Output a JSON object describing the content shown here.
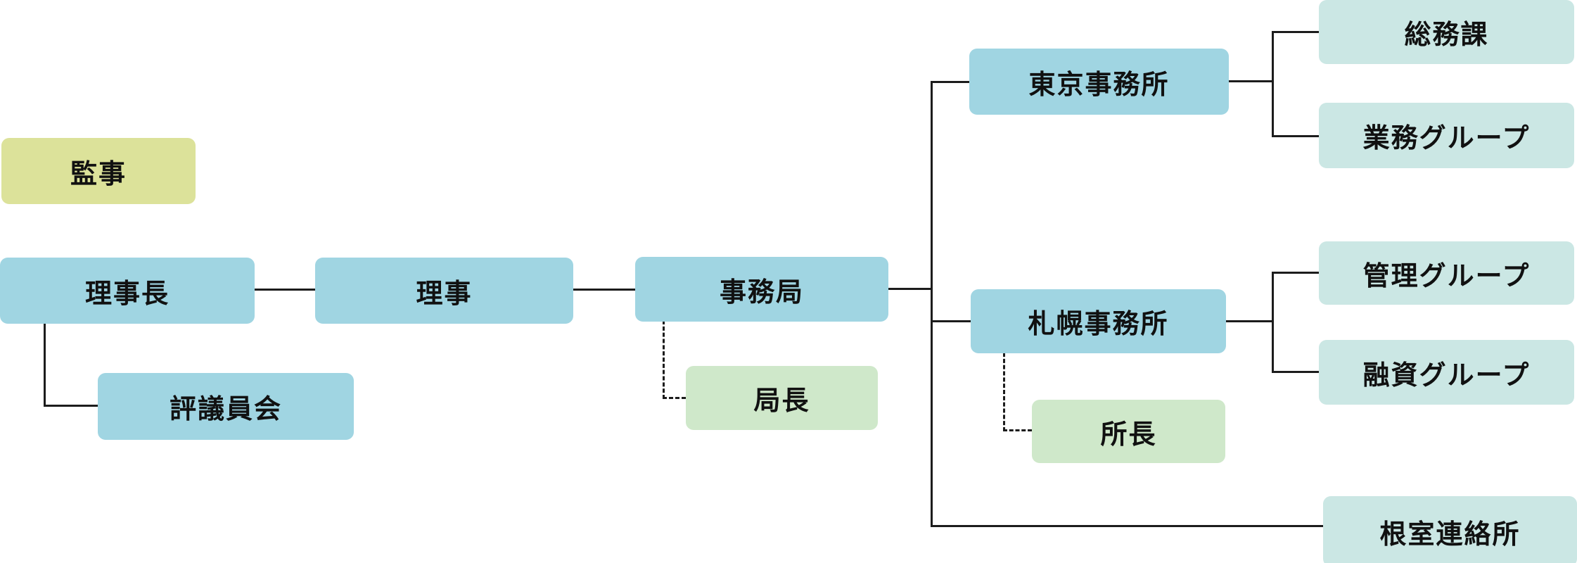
{
  "diagram": {
    "type": "org-chart",
    "colors": {
      "box_primary": "#a0d5e2",
      "box_sub": "#cbe7e4",
      "box_chief": "#cfe8ca",
      "box_audit": "#dce29a",
      "line": "#1c1c1c",
      "text": "#111111"
    },
    "nodes": {
      "auditor": {
        "label": "監事",
        "type": "audit"
      },
      "president": {
        "label": "理事長",
        "type": "primary"
      },
      "director": {
        "label": "理事",
        "type": "primary"
      },
      "secretariat": {
        "label": "事務局",
        "type": "primary"
      },
      "councilors": {
        "label": "評議員会",
        "type": "primary"
      },
      "bureau_chief": {
        "label": "局長",
        "type": "chief"
      },
      "tokyo_office": {
        "label": "東京事務所",
        "type": "primary"
      },
      "sapporo_office": {
        "label": "札幌事務所",
        "type": "primary"
      },
      "general_affairs": {
        "label": "総務課",
        "type": "sub"
      },
      "operations_group": {
        "label": "業務グループ",
        "type": "sub"
      },
      "management_group": {
        "label": "管理グループ",
        "type": "sub"
      },
      "loan_group": {
        "label": "融資グループ",
        "type": "sub"
      },
      "office_chief": {
        "label": "所長",
        "type": "chief"
      },
      "nemuro_office": {
        "label": "根室連絡所",
        "type": "sub"
      }
    },
    "edges": [
      {
        "from": "理事長",
        "to": "理事",
        "style": "solid"
      },
      {
        "from": "理事",
        "to": "事務局",
        "style": "solid"
      },
      {
        "from": "理事長",
        "to": "評議員会",
        "style": "solid"
      },
      {
        "from": "事務局",
        "to": "局長",
        "style": "dashed"
      },
      {
        "from": "事務局",
        "to": "東京事務所",
        "style": "solid"
      },
      {
        "from": "事務局",
        "to": "札幌事務所",
        "style": "solid"
      },
      {
        "from": "事務局",
        "to": "根室連絡所",
        "style": "solid"
      },
      {
        "from": "東京事務所",
        "to": "総務課",
        "style": "solid"
      },
      {
        "from": "東京事務所",
        "to": "業務グループ",
        "style": "solid"
      },
      {
        "from": "札幌事務所",
        "to": "管理グループ",
        "style": "solid"
      },
      {
        "from": "札幌事務所",
        "to": "融資グループ",
        "style": "solid"
      },
      {
        "from": "札幌事務所",
        "to": "所長",
        "style": "dashed"
      }
    ]
  }
}
